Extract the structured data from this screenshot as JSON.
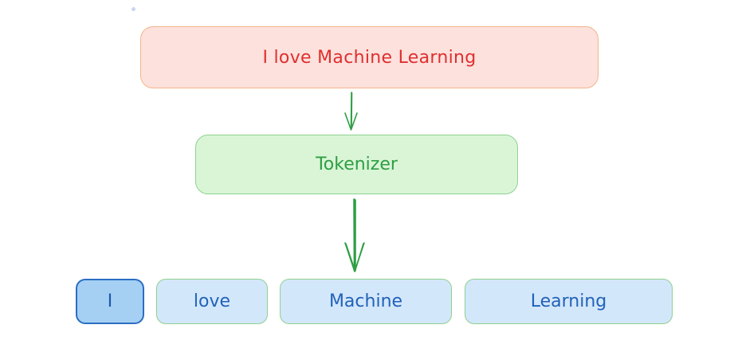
{
  "input_text": "I love Machine Learning",
  "process_label": "Tokenizer",
  "tokens": [
    "I",
    "love",
    "Machine",
    "Learning"
  ],
  "colors": {
    "input_fill": "#fde1dd",
    "input_stroke": "#f3b58a",
    "input_text": "#df2f2f",
    "process_fill": "#d9f5d6",
    "process_stroke": "#8ed191",
    "process_text": "#2f9e44",
    "token_fill": "#d3e7fb",
    "token_text": "#2162b8",
    "token_highlight_fill": "#a5d0f3",
    "token_highlight_stroke": "#2a6ec2",
    "arrow": "#2f9e44"
  }
}
